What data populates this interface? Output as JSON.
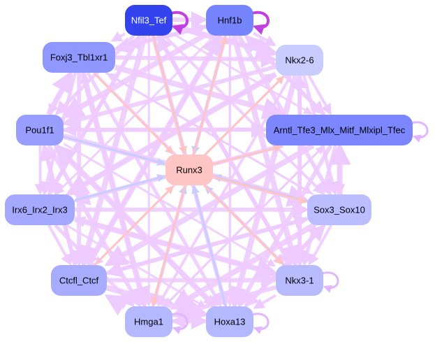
{
  "diagram": {
    "type": "directed-network",
    "title": "",
    "colors": {
      "edge_default": "#eecbff",
      "edge_self_loop_strong": "#c040e0",
      "edge_repression": "#ffc4c4",
      "edge_activation_blue": "#c9ccff"
    },
    "nodes": [
      {
        "id": "Nfil3_Tef",
        "label": "Nfil3_Tef",
        "fill": "#3344ee",
        "text": "#ffffff"
      },
      {
        "id": "Hnf1b",
        "label": "Hnf1b",
        "fill": "#7784ff",
        "text": "#000000"
      },
      {
        "id": "Foxj3_Tbl1xr1",
        "label": "Foxj3_Tbl1xr1",
        "fill": "#9097ff",
        "text": "#000000"
      },
      {
        "id": "Nkx2-6",
        "label": "Nkx2-6",
        "fill": "#c8ccff",
        "text": "#000000"
      },
      {
        "id": "Pou1f1",
        "label": "Pou1f1",
        "fill": "#989eff",
        "text": "#000000"
      },
      {
        "id": "Arntl_Tfe3_Mlx_Mitf_Mlxipl_Tfec",
        "label": "Arntl_Tfe3_Mlx_Mitf_Mlxipl_Tfec",
        "fill": "#7b86ff",
        "text": "#000000"
      },
      {
        "id": "Runx3",
        "label": "Runx3",
        "fill": "#ffc4c4",
        "text": "#000000"
      },
      {
        "id": "Irx6_Irx2_Irx3",
        "label": "Irx6_Irx2_Irx3",
        "fill": "#a4a8ff",
        "text": "#000000"
      },
      {
        "id": "Sox3_Sox10",
        "label": "Sox3_Sox10",
        "fill": "#babdff",
        "text": "#000000"
      },
      {
        "id": "Ctcfl_Ctcf",
        "label": "Ctcfl_Ctcf",
        "fill": "#a8acff",
        "text": "#000000"
      },
      {
        "id": "Nkx3-1",
        "label": "Nkx3-1",
        "fill": "#b8bbff",
        "text": "#000000"
      },
      {
        "id": "Hmga1",
        "label": "Hmga1",
        "fill": "#b4b8ff",
        "text": "#000000"
      },
      {
        "id": "Hoxa13",
        "label": "Hoxa13",
        "fill": "#b4b8ff",
        "text": "#000000"
      }
    ],
    "self_loops": [
      {
        "node": "Nfil3_Tef",
        "color": "#c040e0",
        "strength": "strong"
      },
      {
        "node": "Hnf1b",
        "color": "#c040e0",
        "strength": "strong"
      },
      {
        "node": "Arntl_Tfe3_Mlx_Mitf_Mlxipl_Tfec",
        "color": "#e2b6ff",
        "strength": "weak"
      },
      {
        "node": "Nkx3-1",
        "color": "#e2b6ff",
        "strength": "weak"
      },
      {
        "node": "Hoxa13",
        "color": "#e2b6ff",
        "strength": "weak"
      },
      {
        "node": "Hmga1",
        "color": "#e2b6ff",
        "strength": "weak"
      }
    ],
    "edges_to_runx3": [
      {
        "source": "Foxj3_Tbl1xr1",
        "color": "#ffc4c4"
      },
      {
        "source": "Nfil3_Tef",
        "color": "#c9ccff"
      },
      {
        "source": "Nfil3_Tef",
        "color": "#ffc4c4"
      },
      {
        "source": "Hnf1b",
        "color": "#c9ccff"
      },
      {
        "source": "Pou1f1",
        "color": "#c9ccff"
      },
      {
        "source": "Irx6_Irx2_Irx3",
        "color": "#c9ccff"
      },
      {
        "source": "Ctcfl_Ctcf",
        "color": "#ffc4c4"
      },
      {
        "source": "Hmga1",
        "color": "#c9ccff"
      },
      {
        "source": "Hoxa13",
        "color": "#c9ccff"
      },
      {
        "source": "Nkx3-1",
        "color": "#c9ccff"
      },
      {
        "source": "Sox3_Sox10",
        "color": "#c9ccff"
      }
    ],
    "edges_from_runx3": [
      {
        "target": "Hnf1b",
        "color": "#ffc4c4"
      },
      {
        "target": "Nkx2-6",
        "color": "#ffc4c4"
      },
      {
        "target": "Arntl_Tfe3_Mlx_Mitf_Mlxipl_Tfec",
        "color": "#ffc4c4"
      },
      {
        "target": "Sox3_Sox10",
        "color": "#ffc4c4"
      },
      {
        "target": "Nkx3-1",
        "color": "#ffc4c4"
      },
      {
        "target": "Hmga1",
        "color": "#ffc4c4"
      }
    ]
  }
}
